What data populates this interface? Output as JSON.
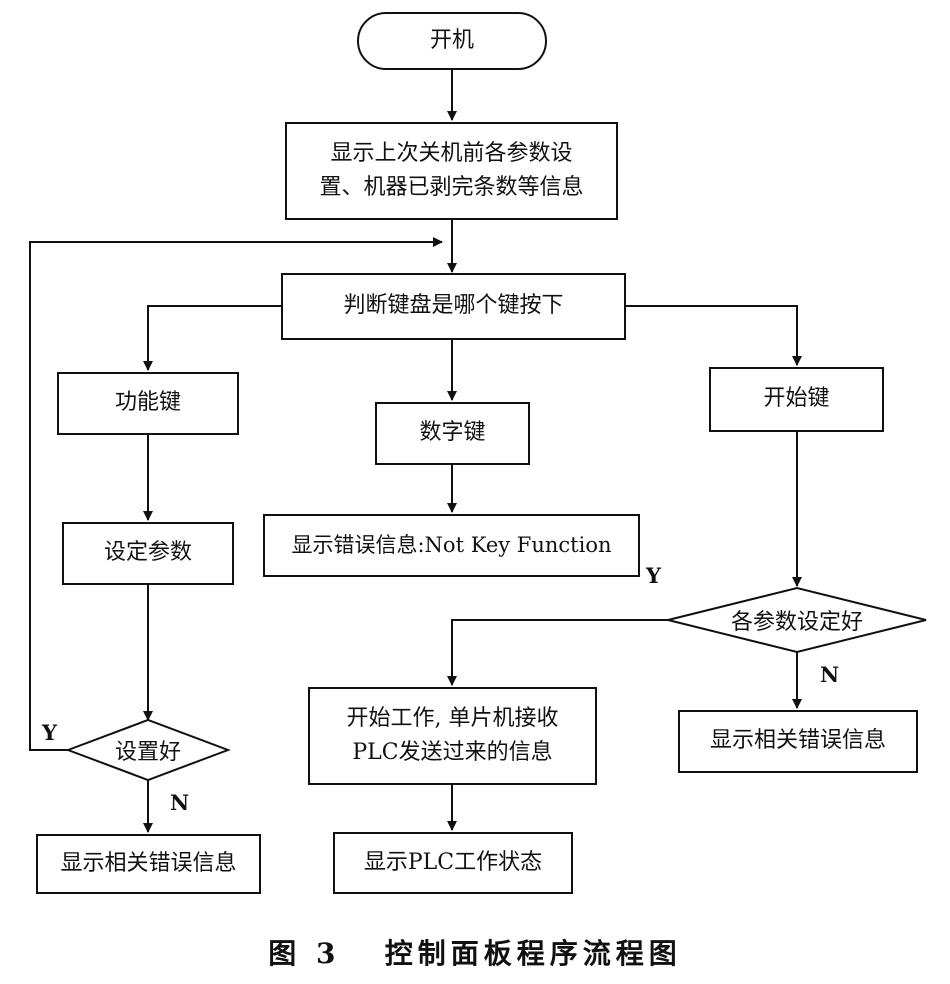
{
  "nodes": {
    "start": "开机",
    "show_settings_line1": "显示上次关机前各参数设",
    "show_settings_line2": "置、机器已剥完条数等信息",
    "judge_key": "判断键盘是哪个键按下",
    "function_key": "功能键",
    "digit_key": "数字键",
    "start_key": "开始键",
    "set_params": "设定参数",
    "not_key_error": "显示错误信息:Not Key Function",
    "params_ok": "各参数设定好",
    "start_work_line1": "开始工作, 单片机接收",
    "start_work_line2": "PLC发送过来的信息",
    "show_error_right": "显示相关错误信息",
    "settings_ok": "设置好",
    "show_error_left": "显示相关错误信息",
    "show_plc_status": "显示PLC工作状态"
  },
  "labels": {
    "y_left": "Y",
    "n_left": "N",
    "y_right": "Y",
    "n_right": "N"
  },
  "caption": "图 3   控制面板程序流程图"
}
